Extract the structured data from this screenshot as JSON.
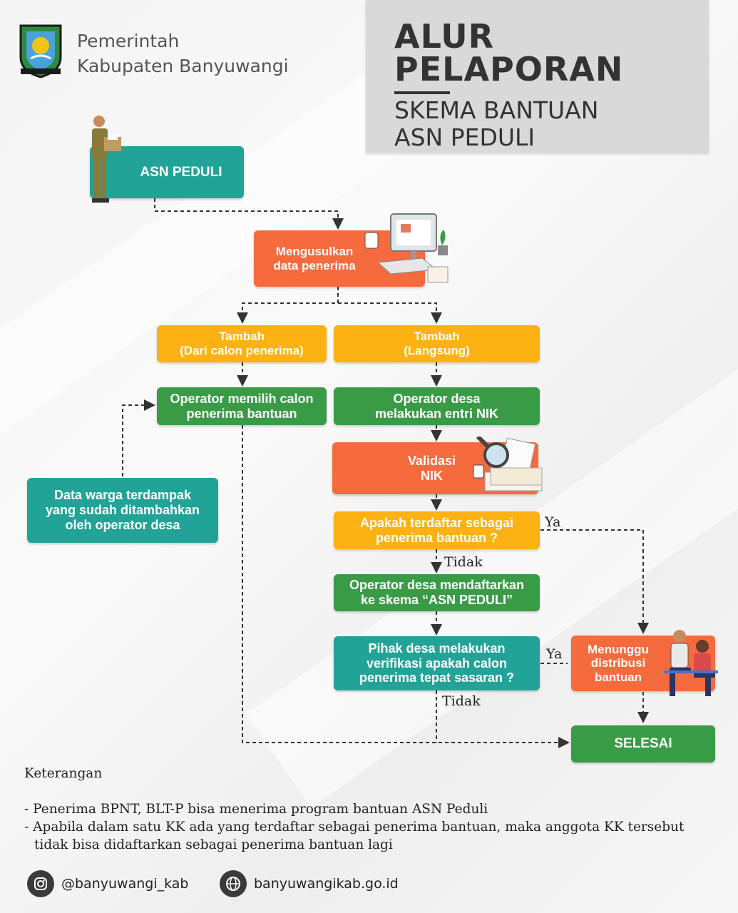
{
  "header": {
    "org_line1": "Pemerintah",
    "org_line2": "Kabupaten Banyuwangi",
    "title_line1": "ALUR",
    "title_line2": "PELAPORAN",
    "subtitle_line1": "SKEMA BANTUAN",
    "subtitle_line2": "ASN PEDULI"
  },
  "flow": {
    "asn_peduli": "ASN PEDULI",
    "mengusulkan_1": "Mengusulkan",
    "mengusulkan_2": "data penerima",
    "tambah_calon_1": "Tambah",
    "tambah_calon_2": "(Dari calon penerima)",
    "tambah_langsung_1": "Tambah",
    "tambah_langsung_2": "(Langsung)",
    "operator_memilih_1": "Operator memilih calon",
    "operator_memilih_2": "penerima bantuan",
    "operator_entri_1": "Operator desa",
    "operator_entri_2": "melakukan entri NIK",
    "validasi_1": "Validasi",
    "validasi_2": "NIK",
    "data_warga_1": "Data warga terdampak",
    "data_warga_2": "yang sudah ditambahkan",
    "data_warga_3": "oleh operator desa",
    "apakah_1": "Apakah terdaftar sebagai",
    "apakah_2": "penerima bantuan ?",
    "mendaftarkan_1": "Operator desa mendaftarkan",
    "mendaftarkan_2": "ke skema “ASN PEDULI”",
    "verifikasi_1": "Pihak desa melakukan",
    "verifikasi_2": "verifikasi apakah calon",
    "verifikasi_3": "penerima tepat sasaran ?",
    "menunggu_1": "Menunggu",
    "menunggu_2": "distribusi",
    "menunggu_3": "bantuan",
    "selesai": "SELESAI",
    "ya": "Ya",
    "tidak": "Tidak"
  },
  "notes": {
    "heading": "Keterangan",
    "line1": "- Penerima BPNT, BLT-P bisa menerima program bantuan ASN Peduli",
    "line2": "- Apabila dalam satu KK ada yang terdaftar sebagai penerima bantuan, maka anggota KK tersebut",
    "line3": "tidak bisa didaftarkan sebagai penerima bantuan lagi"
  },
  "footer": {
    "instagram": "@banyuwangi_kab",
    "website": "banyuwangikab.go.id"
  },
  "colors": {
    "teal": "#22a397",
    "orange": "#f56b3d",
    "yellow": "#fbb212",
    "green": "#3a9b47",
    "header_panel": "#d9d9d9"
  }
}
